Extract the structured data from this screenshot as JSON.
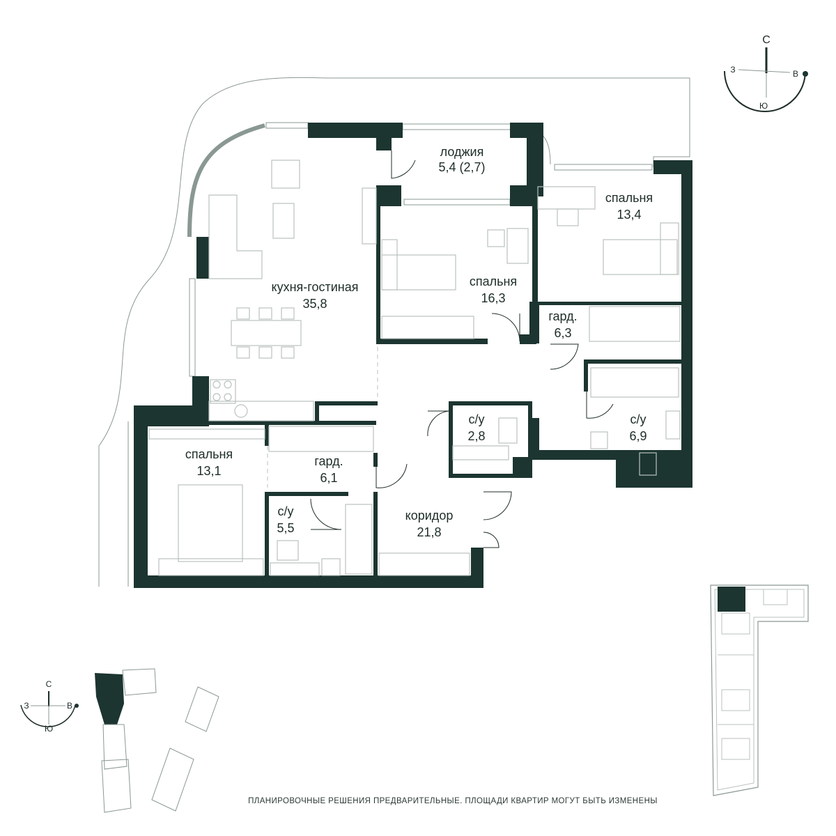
{
  "colors": {
    "wall": "#1c3530",
    "line": "#8a9894",
    "furniture": "#b9c2bf",
    "text": "#1e2d29",
    "unit_highlight": "#1c3530"
  },
  "rooms": [
    {
      "id": "loggia",
      "name": "лоджия",
      "area": "5,4 (2,7)"
    },
    {
      "id": "kitchen",
      "name": "кухня-гостиная",
      "area": "35,8"
    },
    {
      "id": "bedroom1",
      "name": "спальня",
      "area": "16,3"
    },
    {
      "id": "bedroom2",
      "name": "спальня",
      "area": "13,4"
    },
    {
      "id": "wardrobe1",
      "name": "гард.",
      "area": "6,3"
    },
    {
      "id": "bath1",
      "name": "с/у",
      "area": "2,8"
    },
    {
      "id": "bath2",
      "name": "с/у",
      "area": "6,9"
    },
    {
      "id": "bedroom3",
      "name": "спальня",
      "area": "13,1"
    },
    {
      "id": "wardrobe2",
      "name": "гард.",
      "area": "6,1"
    },
    {
      "id": "bath3",
      "name": "с/у",
      "area": "5,5"
    },
    {
      "id": "corridor",
      "name": "коридор",
      "area": "21,8"
    }
  ],
  "compass_main": {
    "north": "С",
    "south": "Ю",
    "west": "З",
    "east": "В"
  },
  "compass_small": {
    "north": "С",
    "south": "Ю",
    "west": "З",
    "east": "В"
  },
  "disclaimer": "ПЛАНИРОВОЧНЫЕ РЕШЕНИЯ ПРЕДВАРИТЕЛЬНЫЕ. ПЛОЩАДИ КВАРТИР МОГУТ БЫТЬ ИЗМЕНЕНЫ"
}
